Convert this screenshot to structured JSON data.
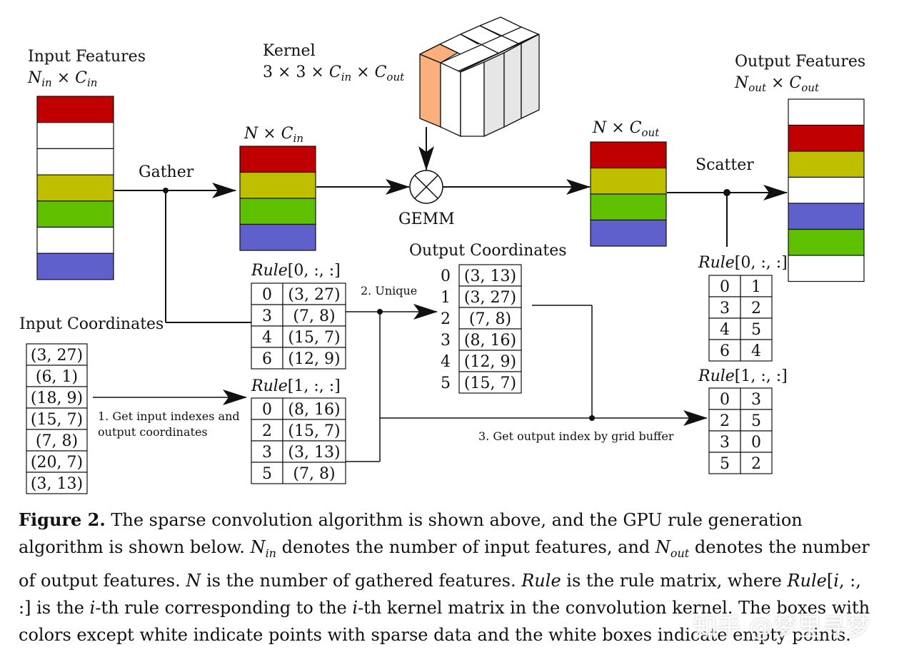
{
  "colors": {
    "red": "#c00000",
    "olive": "#bfbf00",
    "green": "#5fc000",
    "blue": "#6060cc",
    "white": "#ffffff",
    "kernel_highlight": "#f9b07c",
    "kernel_side": "#e6e6e6"
  },
  "labels": {
    "input_features": "Input Features",
    "input_features_dim": "N_in × C_in",
    "kernel": "Kernel",
    "kernel_dim": "3 × 3 × C_in × C_out",
    "output_features": "Output Features",
    "output_features_dim": "N_out × C_out",
    "gathered_dim": "N × C_in",
    "gemm_out_dim": "N × C_out",
    "gather": "Gather",
    "scatter": "Scatter",
    "gemm": "GEMM",
    "output_coordinates": "Output Coordinates",
    "input_coordinates": "Input Coordinates",
    "rule0": "Rule[0, :, :]",
    "rule1": "Rule[1, :, :]",
    "step1_line1": "1. Get input indexes and",
    "step1_line2": "output coordinates",
    "step2": "2. Unique",
    "step3": "3. Get output index by grid buffer"
  },
  "input_features": [
    "red",
    "white",
    "white",
    "olive",
    "green",
    "white",
    "blue"
  ],
  "gathered_features": [
    "red",
    "olive",
    "green",
    "blue"
  ],
  "gemm_output_features": [
    "red",
    "olive",
    "green",
    "blue"
  ],
  "output_features": [
    "white",
    "red",
    "olive",
    "white",
    "blue",
    "green",
    "white"
  ],
  "input_coordinates": [
    "(3, 27)",
    "(6, 1)",
    "(18, 9)",
    "(15, 7)",
    "(7, 8)",
    "(20, 7)",
    "(3, 13)"
  ],
  "rule0_table": [
    [
      "0",
      "(3, 27)"
    ],
    [
      "3",
      "(7, 8)"
    ],
    [
      "4",
      "(15, 7)"
    ],
    [
      "6",
      "(12, 9)"
    ]
  ],
  "rule1_table": [
    [
      "0",
      "(8, 16)"
    ],
    [
      "2",
      "(15, 7)"
    ],
    [
      "3",
      "(3, 13)"
    ],
    [
      "5",
      "(7, 8)"
    ]
  ],
  "output_coordinates": [
    [
      "0",
      "(3, 13)"
    ],
    [
      "1",
      "(3, 27)"
    ],
    [
      "2",
      "(7, 8)"
    ],
    [
      "3",
      "(8, 16)"
    ],
    [
      "4",
      "(12, 9)"
    ],
    [
      "5",
      "(15, 7)"
    ]
  ],
  "rule0_index_table": [
    [
      "0",
      "1"
    ],
    [
      "3",
      "2"
    ],
    [
      "4",
      "5"
    ],
    [
      "6",
      "4"
    ]
  ],
  "rule1_index_table": [
    [
      "0",
      "3"
    ],
    [
      "2",
      "5"
    ],
    [
      "3",
      "0"
    ],
    [
      "5",
      "2"
    ]
  ],
  "caption": {
    "label": "Figure 2.",
    "s1": " The sparse convolution algorithm is shown above, and the GPU rule generation algorithm is shown below. ",
    "n_in": "N_in",
    "s2": " denotes the number of input features, and ",
    "n_out": "N_out",
    "s3": " denotes the number of output features. ",
    "n": "N",
    "s4": " is the number of gathered features. ",
    "rule": "Rule",
    "s5": " is the rule matrix, where ",
    "rule_i": "Rule[i, :, :]",
    "s6": " is the ",
    "i1": "i",
    "s7": "-th rule corresponding to the ",
    "i2": "i",
    "s8": "-th kernel matrix in the convolution kernel. The boxes with colors except white indicate points with sparse data and the white boxes indicate empty points."
  },
  "watermark": "知乎 @梦里寻梦"
}
